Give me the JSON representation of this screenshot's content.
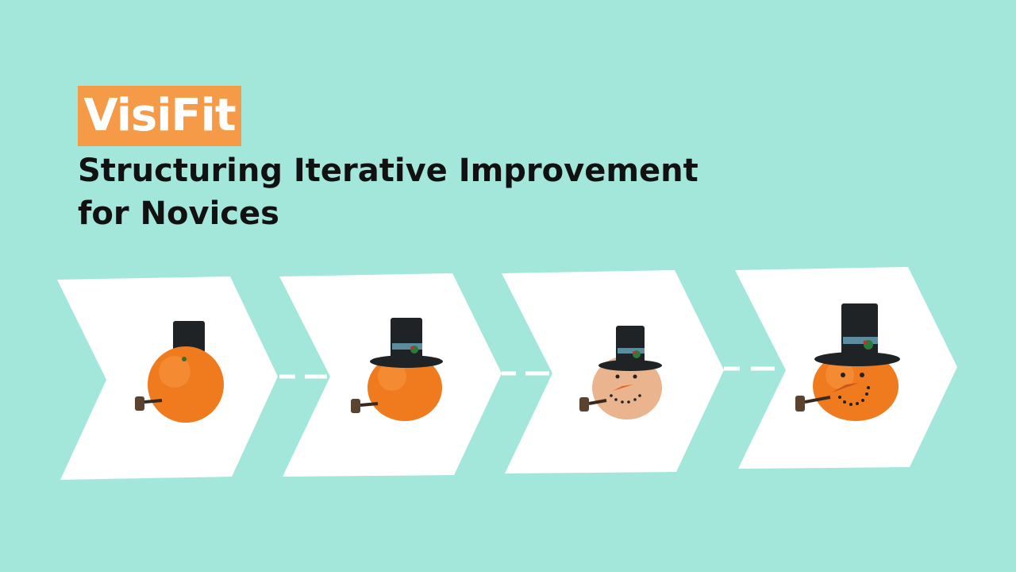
{
  "title": {
    "brand": "VisiFit",
    "subtitle_line1": "Structuring Iterative Improvement",
    "subtitle_line2": "for Novices"
  },
  "colors": {
    "background": "#a3e6da",
    "brand_highlight": "#f59a47",
    "brand_text": "#ffffff",
    "subtitle_text": "#111111",
    "chevron_fill": "#ffffff",
    "orange": "#f07a1e",
    "hat": "#1f2326"
  },
  "stages": [
    {
      "name": "orange-with-hat-and-pipe",
      "icon": "orange-snowman-icon",
      "face": false,
      "pale": false
    },
    {
      "name": "orange-with-hat-on-top",
      "icon": "orange-snowman-icon",
      "face": false,
      "pale": false
    },
    {
      "name": "pale-orange-snowman-with-face",
      "icon": "orange-snowman-icon",
      "face": true,
      "pale": true
    },
    {
      "name": "orange-snowman-with-face",
      "icon": "orange-snowman-icon",
      "face": true,
      "pale": false
    }
  ]
}
